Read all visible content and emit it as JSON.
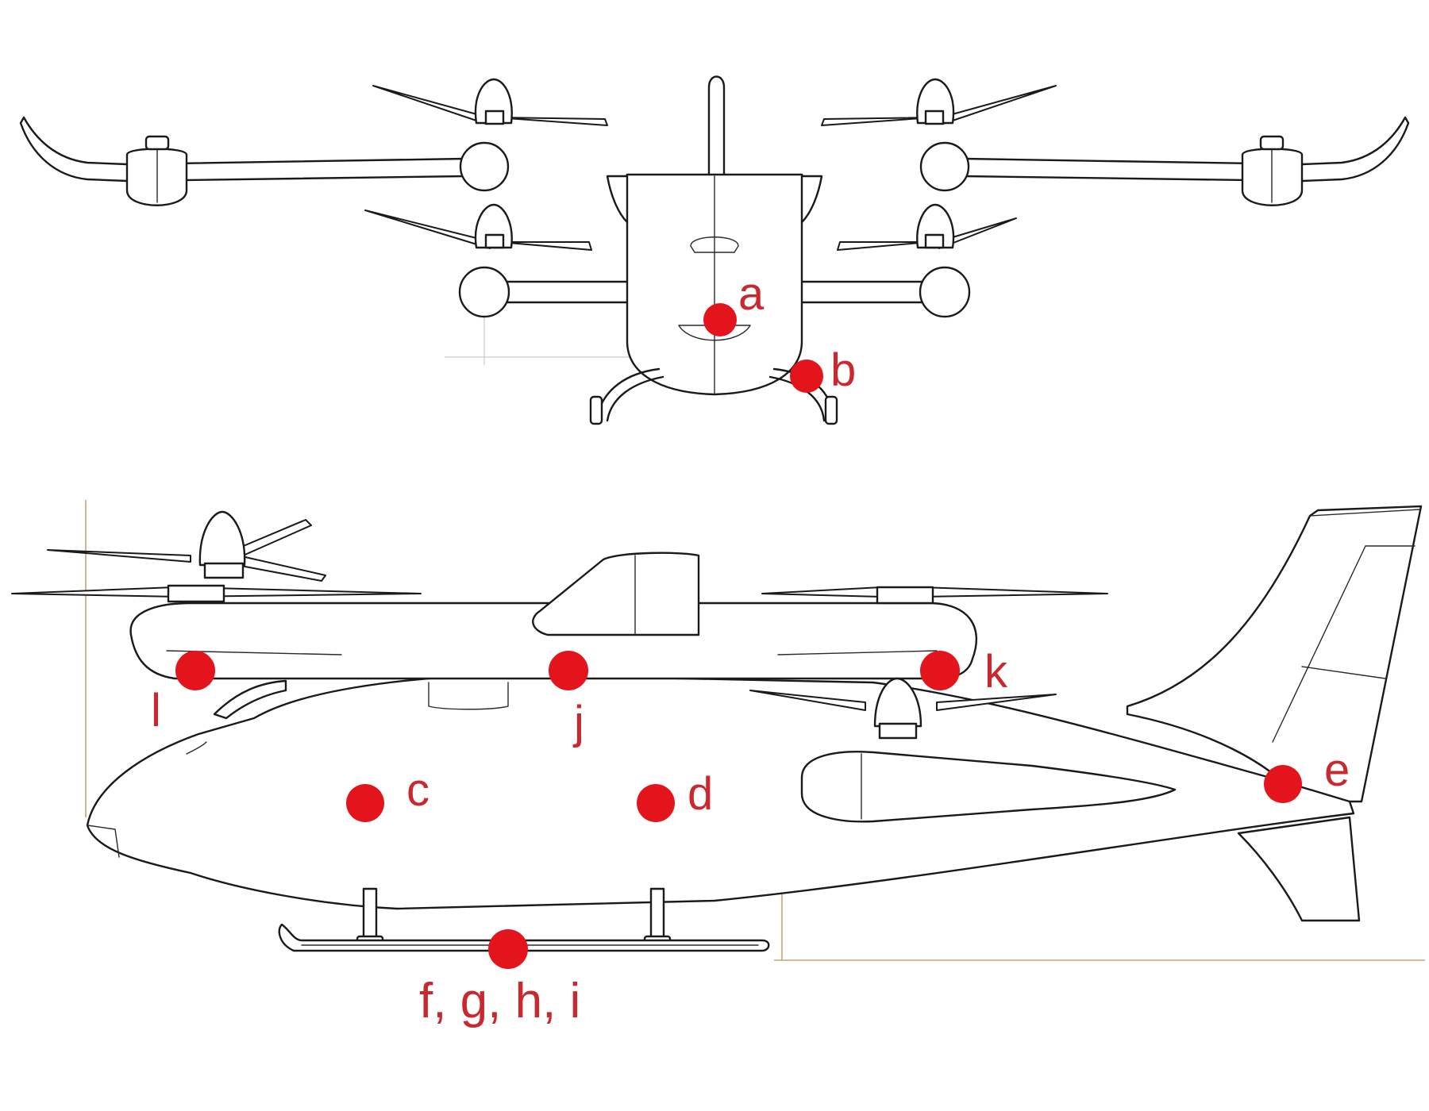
{
  "colors": {
    "marker": "#e3141b",
    "label": "#c8282e",
    "line": "#1a1a1a",
    "guide": "#c9a27a"
  },
  "markers": [
    {
      "id": "a",
      "view": "front",
      "label": "a"
    },
    {
      "id": "b",
      "view": "front",
      "label": "b"
    },
    {
      "id": "c",
      "view": "side",
      "label": "c"
    },
    {
      "id": "d",
      "view": "side",
      "label": "d"
    },
    {
      "id": "e",
      "view": "side",
      "label": "e"
    },
    {
      "id": "fghi",
      "view": "side",
      "label": "f, g, h, i"
    },
    {
      "id": "j",
      "view": "side",
      "label": "j"
    },
    {
      "id": "k",
      "view": "side",
      "label": "k"
    },
    {
      "id": "l",
      "view": "side",
      "label": "l"
    }
  ]
}
